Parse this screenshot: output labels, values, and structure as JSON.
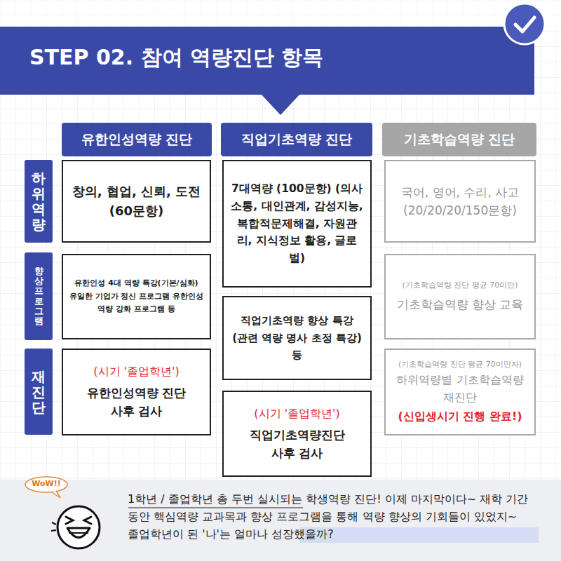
{
  "diagram": {
    "title": "STEP 02. 참여 역량진단 항목",
    "caption": "1학년 / 졸업학년 총 두번 실시되는 학생역량 진단! 이제 마지막이다~ 재학 기간 동안 핵심역량 교과목과 향상 프로그램을 통해 역량 향상의 기회들이 있었지~ 졸업학년이 된 '나'는 얼마나 성장했을까?",
    "nodes": [
      {
        "text": [
          "유한인성역량 진단"
        ]
      },
      {
        "text": [
          "직업기초역량 진단"
        ]
      },
      {
        "text": [
          "기초학습역량 진단"
        ]
      },
      {
        "text": [
          "하위역량"
        ]
      },
      {
        "text": [
          "창의, 협업, 신뢰, 도전 (60문항)"
        ]
      },
      {
        "text": [
          "7대역량 (100문항) (의사소통, 대인관계, 감성지능, 복합적문제해결, 자원관리, 지식정보 활용, 글로벌)"
        ]
      },
      {
        "text": [
          "국어, 영어, 수리, 사고 (20/20/20/150문항)"
        ]
      },
      {
        "text": [
          "향상프로그램"
        ]
      },
      {
        "text": [
          "유한인성 4대 역량 특강(기본/심화) 유일한 기업가 정신 프로그램 유한인성 역량 강화 프로그램 등"
        ]
      },
      {
        "text": [
          "직업기초역량 향상 특강 (관련 역량 명사 초정 특강) 등"
        ]
      },
      {
        "text": [
          "(기초학습역량 진단 평균 70미만)",
          "기초학습역량 향상 교육"
        ]
      },
      {
        "text": [
          "재진단"
        ]
      },
      {
        "text": [
          "(시기 '졸업학년')",
          "유한인성역량 진단 사후 검사"
        ]
      },
      {
        "text": [
          "(시기 '졸업학년')",
          "직업기초역량진단 사후 검사"
        ]
      },
      {
        "text": [
          "(기초학습역량 진단 평균 70미만자)",
          "하위역량별 기초학습역량 재진단",
          "(신입생시기 진행 완료!)"
        ]
      }
    ],
    "labels": [
      "WoW!!"
    ]
  }
}
